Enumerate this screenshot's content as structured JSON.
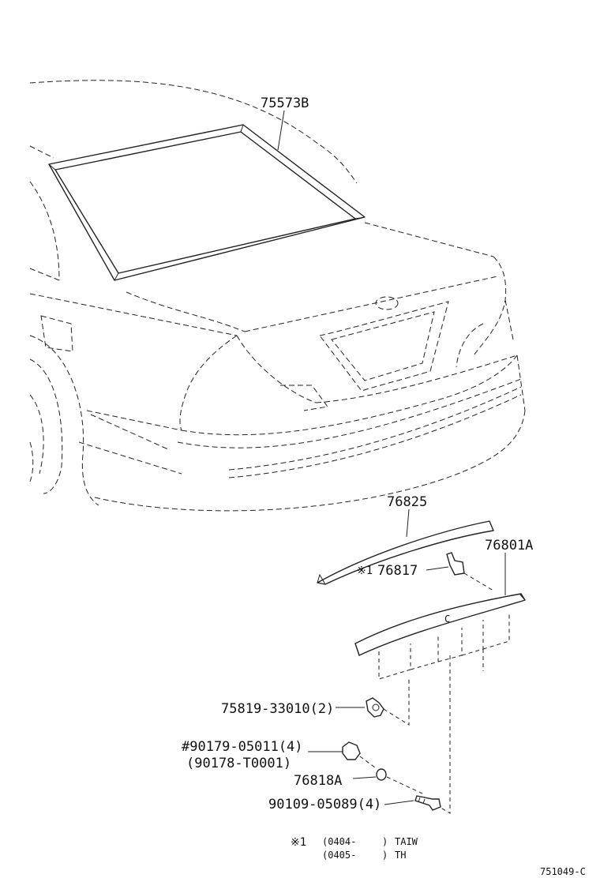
{
  "parts": {
    "p75573b": "75573B",
    "p76825": "76825",
    "p76801a": "76801A",
    "p76817_mark": "※1",
    "p76817": "76817",
    "p75819": "75819-33010(2)",
    "p90179": "#90179-05011(4)",
    "p90178": "(90178-T0001)",
    "p76818a": "76818A",
    "p90109": "90109-05089(4)"
  },
  "footnote": {
    "mark": "※1",
    "row1_code": "(0404-",
    "row1_paren": ")",
    "row1_model": "TAIW",
    "row2_code": "(0405-",
    "row2_paren": ")",
    "row2_model": "TH"
  },
  "diagram_id": "751049-C"
}
